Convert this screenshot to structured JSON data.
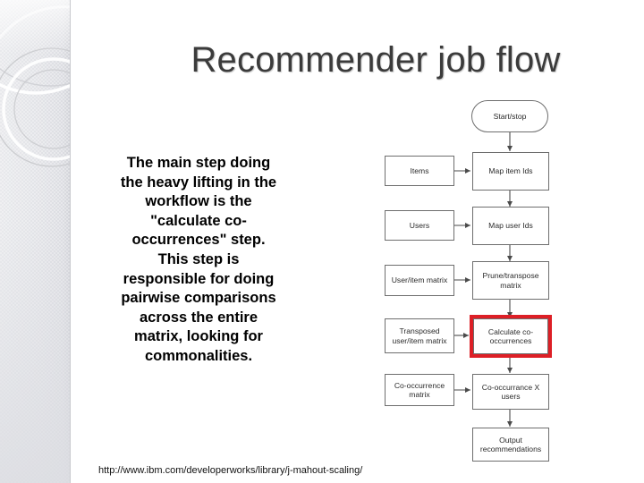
{
  "slide": {
    "title": "Recommender job flow",
    "body_text": "The main step doing the heavy lifting in the workflow is the \"calculate co-occurrences\" step. This step is responsible for doing pairwise comparisons across the entire matrix, looking for commonalities.",
    "footer_url": "http://www.ibm.com/developerworks/library/j-mahout-scaling/"
  },
  "colors": {
    "highlight": "#dd1f26",
    "node_border": "#6e6e6e",
    "title_text": "#3b3b3b",
    "sidebar_base": "#e2e3e7"
  },
  "flowchart": {
    "type": "flowchart",
    "nodes": [
      {
        "id": "start",
        "label": "Start/stop",
        "shape": "pill",
        "column": "right",
        "highlighted": false
      },
      {
        "id": "items",
        "label": "Items",
        "shape": "rect",
        "column": "left",
        "highlighted": false
      },
      {
        "id": "map-item",
        "label": "Map item Ids",
        "shape": "rect",
        "column": "right",
        "highlighted": false
      },
      {
        "id": "users",
        "label": "Users",
        "shape": "rect",
        "column": "left",
        "highlighted": false
      },
      {
        "id": "map-user",
        "label": "Map user Ids",
        "shape": "rect",
        "column": "right",
        "highlighted": false
      },
      {
        "id": "useritem",
        "label": "User/item matrix",
        "shape": "rect",
        "column": "left",
        "highlighted": false
      },
      {
        "id": "prune",
        "label": "Prune/transpose matrix",
        "shape": "rect",
        "column": "right",
        "highlighted": false
      },
      {
        "id": "transposed",
        "label": "Transposed user/item matrix",
        "shape": "rect",
        "column": "left",
        "highlighted": false
      },
      {
        "id": "calc",
        "label": "Calculate co-occurrences",
        "shape": "rect",
        "column": "right",
        "highlighted": true
      },
      {
        "id": "cooc",
        "label": "Co-occurrence matrix",
        "shape": "rect",
        "column": "left",
        "highlighted": false
      },
      {
        "id": "coocx",
        "label": "Co-occurrance X users",
        "shape": "rect",
        "column": "right",
        "highlighted": false
      },
      {
        "id": "output",
        "label": "Output recommendations",
        "shape": "rect",
        "column": "right",
        "highlighted": false
      }
    ],
    "edges": [
      {
        "from": "start",
        "to": "map-item",
        "direction": "down"
      },
      {
        "from": "items",
        "to": "map-item",
        "direction": "right"
      },
      {
        "from": "map-item",
        "to": "map-user",
        "direction": "down"
      },
      {
        "from": "users",
        "to": "map-user",
        "direction": "right"
      },
      {
        "from": "map-user",
        "to": "prune",
        "direction": "down"
      },
      {
        "from": "useritem",
        "to": "prune",
        "direction": "right"
      },
      {
        "from": "prune",
        "to": "calc",
        "direction": "down"
      },
      {
        "from": "transposed",
        "to": "calc",
        "direction": "right"
      },
      {
        "from": "calc",
        "to": "coocx",
        "direction": "down"
      },
      {
        "from": "cooc",
        "to": "coocx",
        "direction": "right"
      },
      {
        "from": "coocx",
        "to": "output",
        "direction": "down"
      }
    ]
  }
}
